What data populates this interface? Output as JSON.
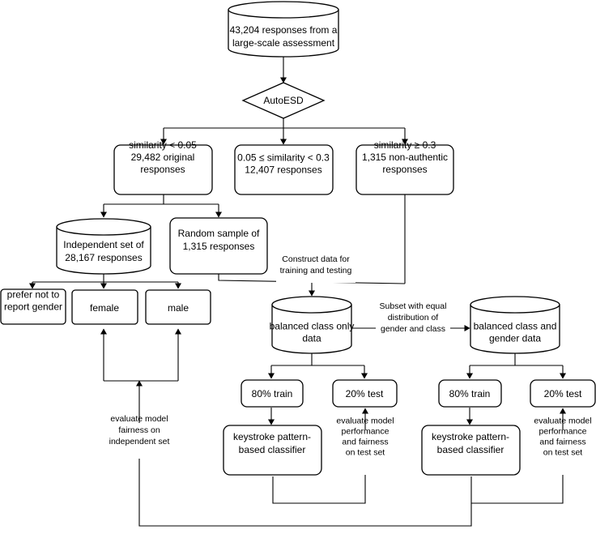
{
  "nodes": {
    "responses_all": [
      "43,204 responses from a",
      "large-scale assessment"
    ],
    "autoesd": [
      "AutoESD"
    ],
    "sim_low": [
      "similarity < 0.05",
      "29,482 original",
      "responses"
    ],
    "sim_mid": [
      "0.05 ≤ similarity < 0.3",
      "12,407 responses"
    ],
    "sim_high": [
      "similarity ≥ 0.3",
      "1,315 non-authentic",
      "responses"
    ],
    "independent_set": [
      "Independent set of",
      "28,167 responses"
    ],
    "random_sample": [
      "Random sample of",
      "1,315 responses"
    ],
    "prefer_not": [
      "prefer not to",
      "report gender"
    ],
    "female": [
      "female"
    ],
    "male": [
      "male"
    ],
    "balanced_class": [
      "balanced class only",
      "data"
    ],
    "balanced_class_gender": [
      "balanced class and",
      "gender data"
    ],
    "train_left": [
      "80% train"
    ],
    "test_left": [
      "20% test"
    ],
    "train_right": [
      "80% train"
    ],
    "test_right": [
      "20% test"
    ],
    "classifier_left": [
      "keystroke pattern-",
      "based classifier"
    ],
    "classifier_right": [
      "keystroke pattern-",
      "based classifier"
    ]
  },
  "annotations": {
    "construct_data": [
      "Construct data for",
      "training and testing"
    ],
    "subset_equal": [
      "Subset with equal",
      "distribution of",
      "gender and class"
    ],
    "eval_independent": [
      "evaluate model",
      "fairness on",
      "independent set"
    ],
    "eval_test_left": [
      "evaluate model",
      "performance",
      "and fairness",
      "on test set"
    ],
    "eval_test_right": [
      "evaluate model",
      "performance",
      "and fairness",
      "on test set"
    ]
  }
}
